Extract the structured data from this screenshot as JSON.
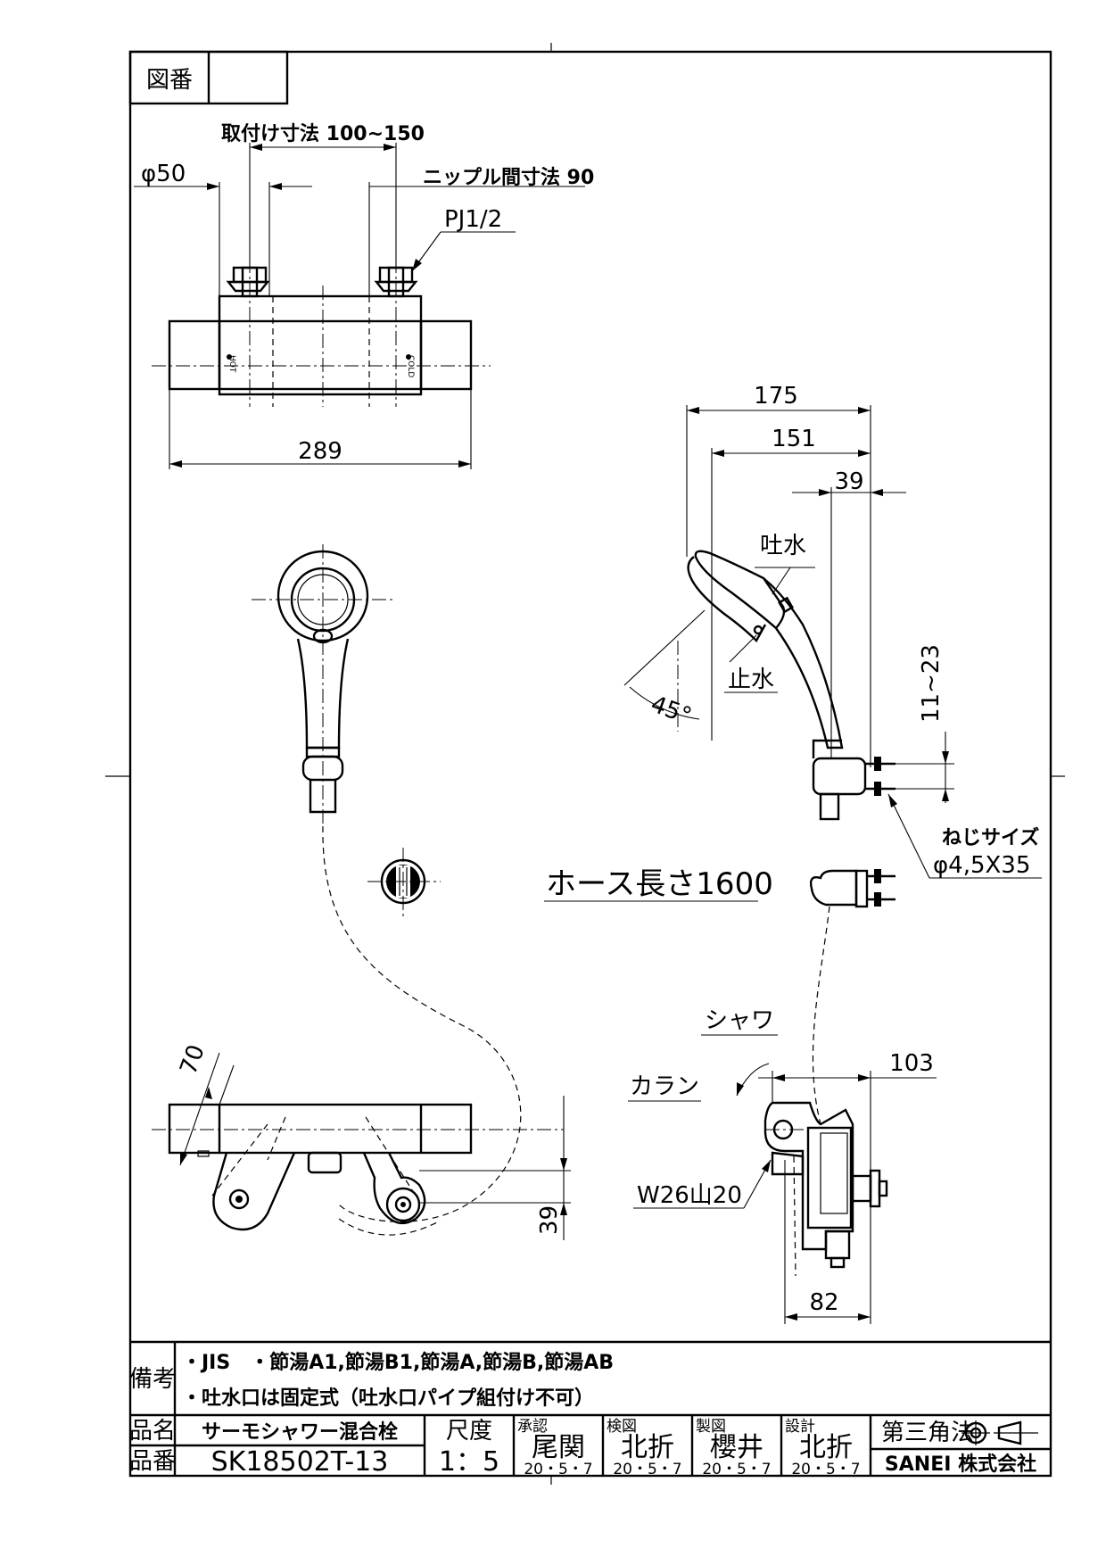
{
  "drawing_no_label": "図番",
  "drawing_no_value": "",
  "dims": {
    "mount": "取付け寸法 100~150",
    "phi50": "φ50",
    "nipple": "ニップル間寸法 90",
    "pj": "PJ1/2",
    "w289": "289",
    "d175": "175",
    "d151": "151",
    "d39top": "39",
    "range": "11~23",
    "screw_title": "ねじサイズ",
    "screw_size": "φ4,5X35",
    "hose": "ホース長さ1600",
    "d70": "70",
    "d39": "39",
    "d103": "103",
    "d82": "82",
    "angle": "45°",
    "w26": "W26山20"
  },
  "labels": {
    "spout": "吐水",
    "stop": "止水",
    "shower": "シャワ",
    "caran": "カラン",
    "hot_mark": "HOT",
    "cold_mark": "COLD"
  },
  "notes": {
    "label": "備考",
    "line1": "・JIS　・節湯A1,節湯B1,節湯A,節湯B,節湯AB",
    "line2": "・吐水口は固定式（吐水口パイプ組付け不可）"
  },
  "title_block": {
    "name_label": "品名",
    "name": "サーモシャワー混合栓",
    "code_label": "品番",
    "code": "SK18502T-13",
    "scale_label": "尺度",
    "scale": "1：5",
    "approved_label": "承認",
    "approved": "尾関",
    "approved_date": "20・5・7",
    "checked_label": "検図",
    "checked": "北折",
    "checked_date": "20・5・7",
    "drawn_label": "製図",
    "drawn": "櫻井",
    "drawn_date": "20・5・7",
    "design_label": "設計",
    "design": "北折",
    "design_date": "20・5・7",
    "projection": "第三角法",
    "company": "SANEI 株式会社"
  }
}
